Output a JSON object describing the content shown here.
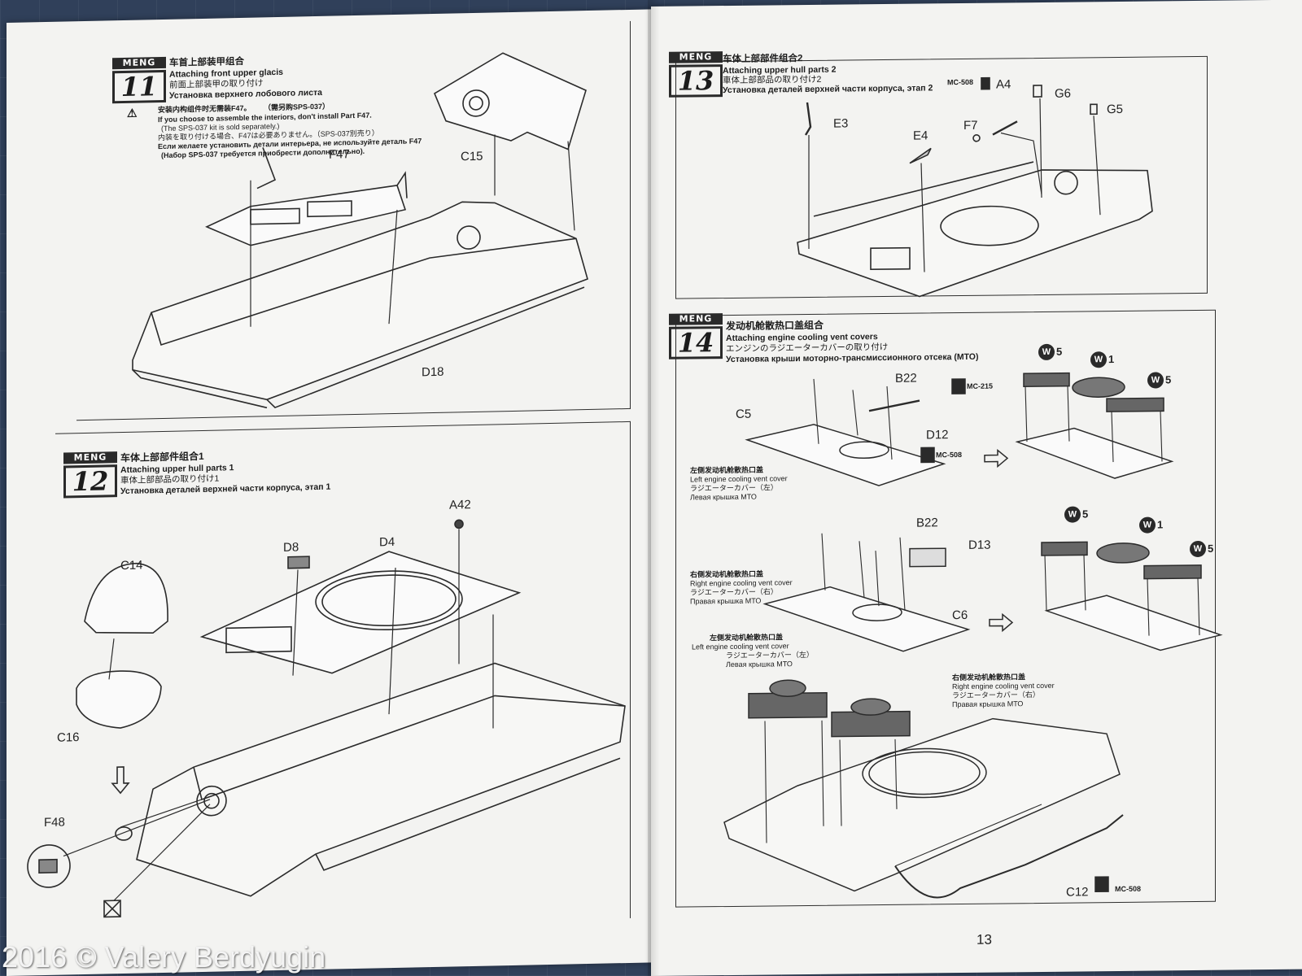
{
  "steps": [
    {
      "number": "11",
      "logo": "MENG",
      "title_cn": "车首上部装甲组合",
      "title_en": "Attaching front upper glacis",
      "title_jp": "前面上部装甲の取り付け",
      "title_ru": "Установка верхнего лобового листа",
      "note_cn": "安装内构组件时无需装F47。",
      "note_cn_extra": "（需另购SPS-037）",
      "note_en": "If you choose to assemble the interiors, don't install Part F47.",
      "note_en_2": "(The SPS-037 kit is sold separately.)",
      "note_jp": "内装を取り付ける場合、F47は必要ありません。（SPS-037別売り）",
      "note_ru": "Если желаете установить детали интерьера, не используйте деталь F47",
      "note_ru_2": "(Набор SPS-037 требуется приобрести дополнительно).",
      "parts": [
        "F47",
        "C15",
        "D18"
      ]
    },
    {
      "number": "12",
      "logo": "MENG",
      "title_cn": "车体上部部件组合1",
      "title_en": "Attaching upper hull parts 1",
      "title_jp": "車体上部部品の取り付け1",
      "title_ru": "Установка деталей верхней части корпуса, этап 1",
      "parts": [
        "A42",
        "D8",
        "D4",
        "C14",
        "C16",
        "F48"
      ]
    },
    {
      "number": "13",
      "logo": "MENG",
      "title_cn": "车体上部部件组合2",
      "title_en": "Attaching upper hull parts 2",
      "title_jp": "車体上部部品の取り付け2",
      "title_ru": "Установка деталей верхней части корпуса, этап 2",
      "parts": [
        "A4",
        "G6",
        "G5",
        "E3",
        "E4",
        "F7"
      ],
      "cement": "MC-508"
    },
    {
      "number": "14",
      "logo": "MENG",
      "title_cn": "发动机舱散热口盖组合",
      "title_en": "Attaching engine cooling vent covers",
      "title_jp": "エンジンのラジエーターカバーの取り付け",
      "title_ru": "Установка крыши моторно-трансмиссионного отсека (МТО)",
      "parts": [
        "B22",
        "C5",
        "D12",
        "B22",
        "D13",
        "C6",
        "C12"
      ],
      "cement_a": "MC-215",
      "cement_b": "MC-508",
      "cement_c": "MC-508",
      "left_cover": {
        "cn": "左侧发动机舱散热口盖",
        "en": "Left engine cooling vent cover",
        "jp": "ラジエーターカバー（左）",
        "ru": "Левая крышка МТО"
      },
      "right_cover": {
        "cn": "右侧发动机舱散热口盖",
        "en": "Right engine cooling vent cover",
        "jp": "ラジエーターカバー（右）",
        "ru": "Правая крышка МТО"
      },
      "paint_marks": [
        {
          "code": "W",
          "num": "5"
        },
        {
          "code": "W",
          "num": "1"
        },
        {
          "code": "W",
          "num": "5"
        },
        {
          "code": "W",
          "num": "5"
        },
        {
          "code": "W",
          "num": "1"
        },
        {
          "code": "W",
          "num": "5"
        }
      ]
    }
  ],
  "page_number": "13",
  "watermark": "2016 © Valery Berdyugin",
  "colors": {
    "paper": "#f3f3f1",
    "ink": "#1c1c1c",
    "mat": "#30405a"
  }
}
